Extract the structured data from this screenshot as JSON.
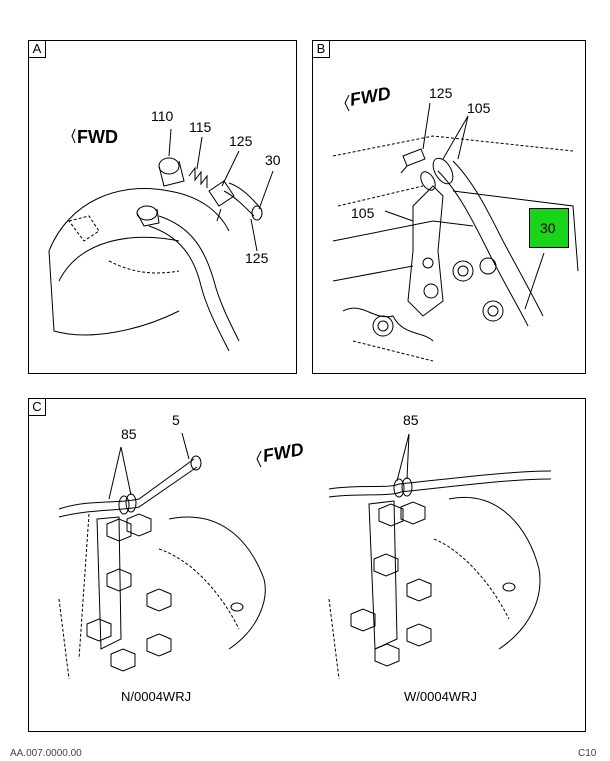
{
  "panels": {
    "a": {
      "tag": "A",
      "fwd": "FWD",
      "callouts": [
        "110",
        "115",
        "125",
        "30",
        "125"
      ]
    },
    "b": {
      "tag": "B",
      "fwd": "FWD",
      "callouts": [
        "125",
        "105",
        "105",
        "30"
      ],
      "highlight_color": "#19d419"
    },
    "c": {
      "tag": "C",
      "fwd": "FWD",
      "callouts": [
        "85",
        "5",
        "85"
      ],
      "captions": [
        "N/0004WRJ",
        "W/0004WRJ"
      ]
    }
  },
  "footer": {
    "left": "AA.007.0000.00",
    "right": "C10"
  }
}
